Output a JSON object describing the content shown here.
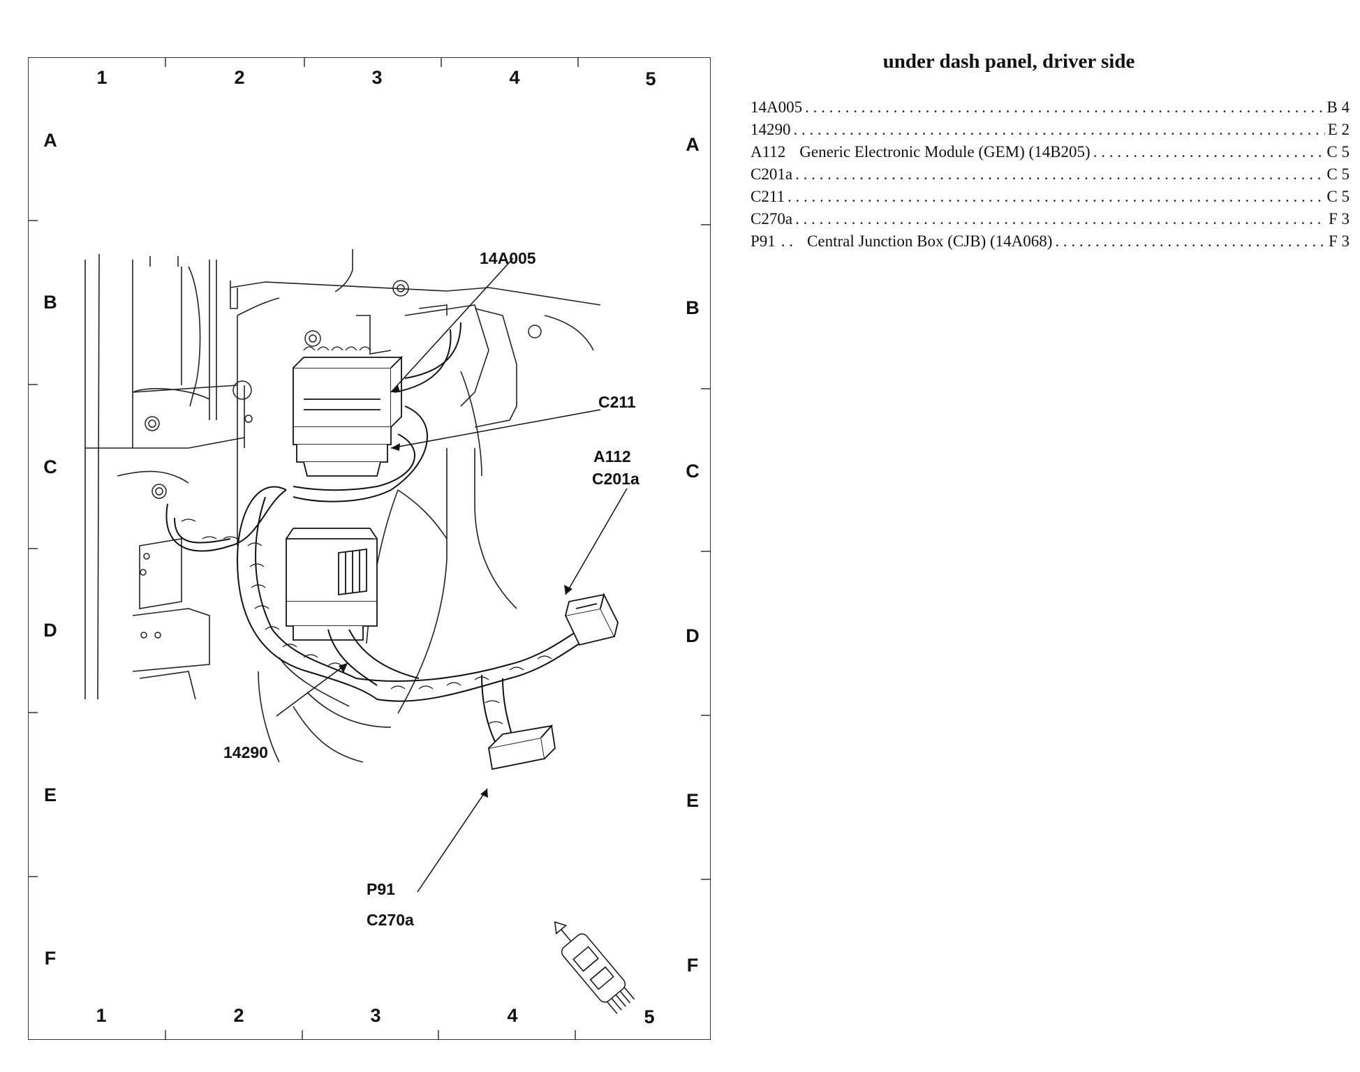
{
  "title": "under dash panel, driver side",
  "grid": {
    "columns": [
      "1",
      "2",
      "3",
      "4",
      "5"
    ],
    "rows": [
      "A",
      "B",
      "C",
      "D",
      "E",
      "F"
    ]
  },
  "callouts": {
    "c_14A005": "14A005",
    "c_C211": "C211",
    "c_A112": "A112",
    "c_C201a": "C201a",
    "c_14290": "14290",
    "c_P91": "P91",
    "c_C270a": "C270a"
  },
  "index": [
    {
      "code": "14A005",
      "desc": "",
      "ref": "B 4"
    },
    {
      "code": "14290",
      "desc": "",
      "ref": "E 2"
    },
    {
      "code": "A112",
      "desc": "Generic Electronic Module (GEM) (14B205)",
      "ref": "C 5"
    },
    {
      "code": "C201a",
      "desc": "",
      "ref": "C 5"
    },
    {
      "code": "C211",
      "desc": "",
      "ref": "C 5"
    },
    {
      "code": "C270a",
      "desc": "",
      "ref": "F 3"
    },
    {
      "code": "P91",
      "gap": ". .",
      "desc": "Central Junction Box (CJB) (14A068)",
      "ref": "F 3"
    }
  ]
}
